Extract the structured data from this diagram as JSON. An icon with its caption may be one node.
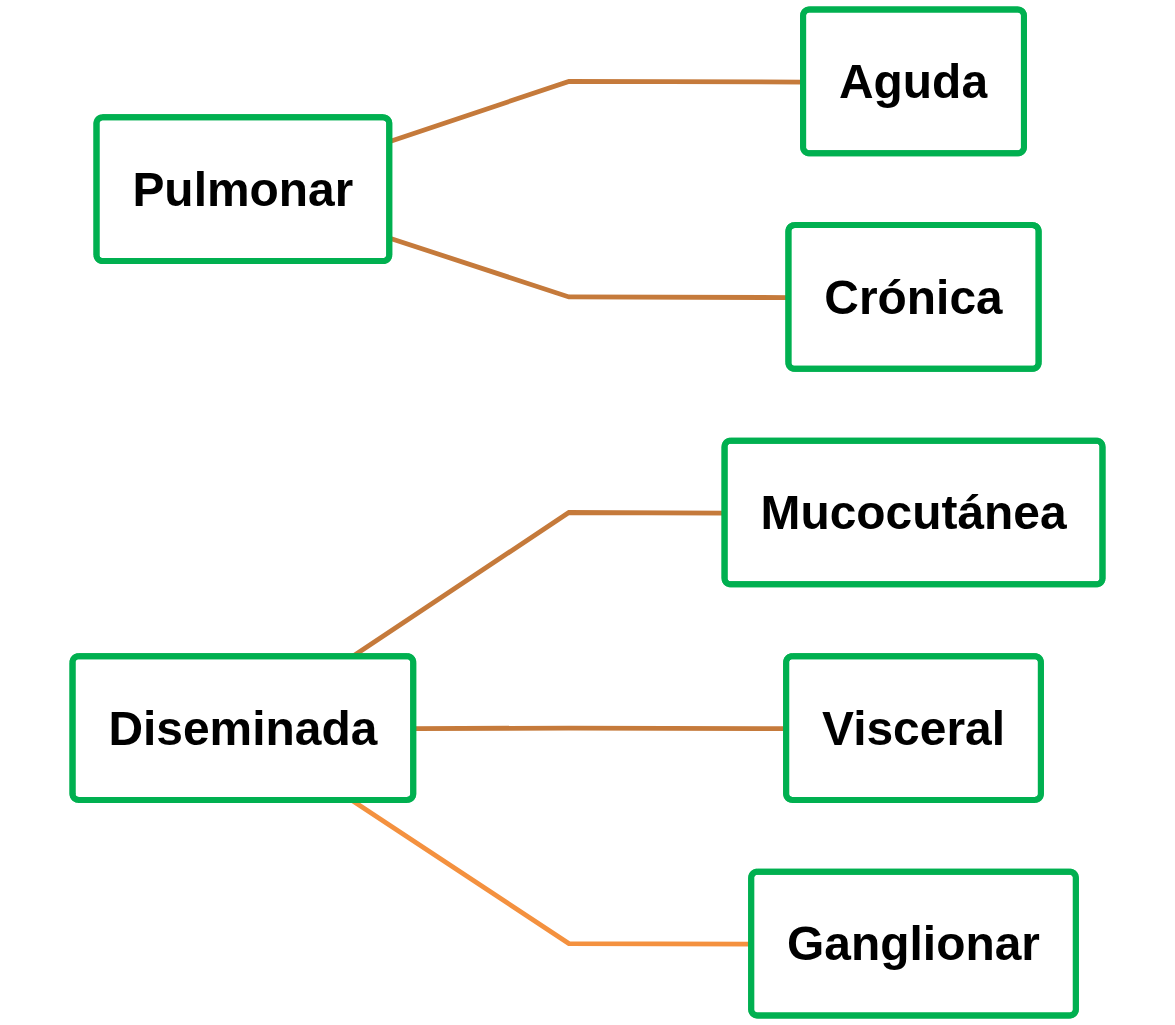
{
  "diagram": {
    "nodes": [
      {
        "text": [
          "Pulmonar"
        ]
      },
      {
        "text": [
          "Aguda"
        ]
      },
      {
        "text": [
          "Crónica"
        ]
      },
      {
        "text": [
          "Diseminada"
        ]
      },
      {
        "text": [
          "Mucocutánea"
        ]
      },
      {
        "text": [
          "Visceral"
        ]
      },
      {
        "text": [
          "Ganglionar"
        ]
      }
    ],
    "edges": [
      {
        "from": 0,
        "to": 1,
        "arrow": "none"
      },
      {
        "from": 0,
        "to": 2,
        "arrow": "none"
      },
      {
        "from": 3,
        "to": 4,
        "arrow": "none"
      },
      {
        "from": 3,
        "to": 5,
        "arrow": "none"
      },
      {
        "from": 3,
        "to": 6,
        "arrow": "none",
        "color": "#f4913f"
      }
    ]
  }
}
